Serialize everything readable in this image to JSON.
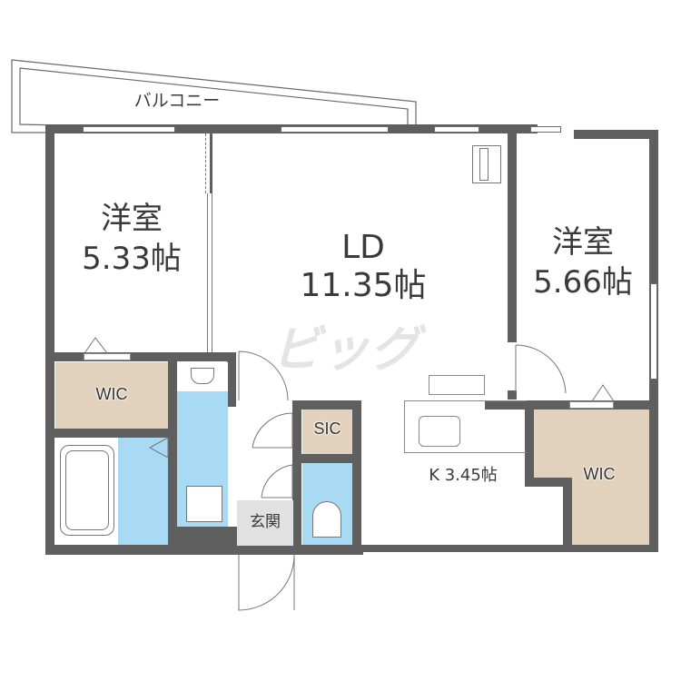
{
  "title": "Floor plan 2LDK",
  "colors": {
    "wall": "#5f5f5f",
    "closet": "#e2d1bd",
    "wet_area": "#a8daf3",
    "entrance": "#e1e1e1",
    "text": "#3a3a3a"
  },
  "rooms": {
    "balcony": {
      "label": "バルコニー"
    },
    "western_room_left": {
      "label": "洋室",
      "size": "5.33帖"
    },
    "living_dining": {
      "label": "LD",
      "size": "11.35帖"
    },
    "western_room_right": {
      "label": "洋室",
      "size": "5.66帖"
    },
    "wic_left": {
      "label": "WIC"
    },
    "wic_right": {
      "label": "WIC"
    },
    "sic": {
      "label": "SIC"
    },
    "kitchen": {
      "label": "K 3.45帖"
    },
    "entrance": {
      "label": "玄関"
    }
  },
  "watermark": {
    "text": "ビッグ"
  }
}
